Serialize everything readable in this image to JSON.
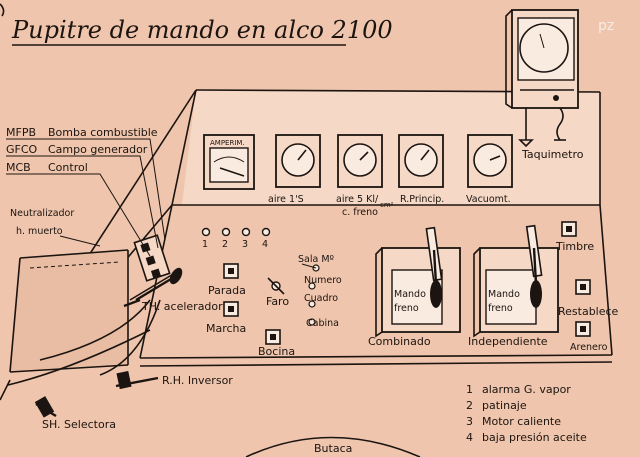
{
  "title": "Pupitre de mando en alco 2100",
  "watermark": "pz",
  "colors": {
    "paper": "#efc6ad",
    "ink": "#1c1410"
  },
  "left_labels": {
    "mfpb_code": "MFPB",
    "mfpb_name": "Bomba combustible",
    "gfco_code": "GFCO",
    "gfco_name": "Campo generador",
    "mcb_code": "MCB",
    "mcb_name": "Control",
    "neutralizador_1": "Neutralizador",
    "neutralizador_2": "h. muerto"
  },
  "gauges": {
    "amperim_label": "AMPERIM.",
    "g1_1": "aire 1'S",
    "g2_1": "aire 5 Kl/",
    "g2_unit": "cm²",
    "g2_2": "c. freno",
    "g3_1": "R.Princip.",
    "g4_1": "Vacuomt."
  },
  "taquimetro": "Taquimetro",
  "alarm_lights": [
    "1",
    "2",
    "3",
    "4"
  ],
  "controls": {
    "parada": "Parada",
    "marcha": "Marcha",
    "faro": "Faro",
    "throttle": "TH. acelerador",
    "sala_label": "Sala Mº",
    "numero": "Numero",
    "cuadro": "Cuadro",
    "cabina": "Cabina",
    "bocina": "Bocina",
    "mando_freno_1a": "Mando",
    "mando_freno_1b": "freno",
    "combinado": "Combinado",
    "mando_freno_2a": "Mando",
    "mando_freno_2b": "freno",
    "independiente": "Independiente",
    "timbre": "Timbre",
    "restablece": "Restablece",
    "arenero": "Arenero",
    "inversor": "R.H. Inversor",
    "selectora": "SH. Selectora",
    "butaca": "Butaca"
  },
  "legend": [
    "alarma  G. vapor",
    "patinaje",
    "Motor caliente",
    "baja presión aceite"
  ]
}
